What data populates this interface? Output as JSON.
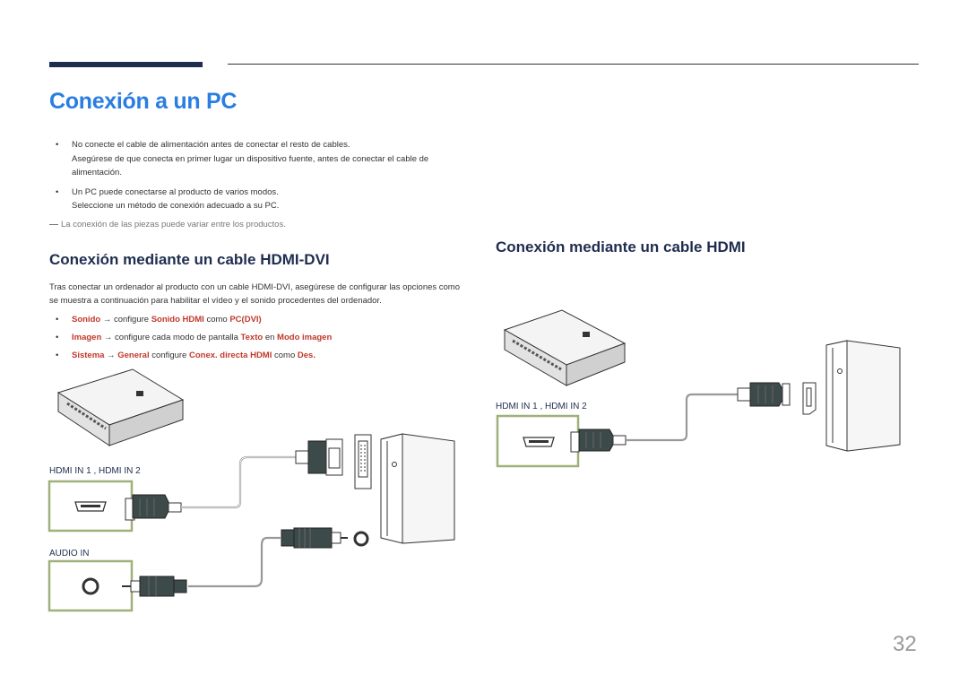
{
  "page": {
    "title": "Conexión a un PC",
    "page_number": "32"
  },
  "bullets": [
    {
      "text": "No conecte el cable de alimentación antes de conectar el resto de cables.",
      "sub": "Asegúrese de que conecta en primer lugar un dispositivo fuente, antes de conectar el cable de alimentación."
    },
    {
      "text": "Un PC puede conectarse al producto de varios modos.",
      "sub": "Seleccione un método de conexión adecuado a su PC."
    }
  ],
  "note": "La conexión de las piezas puede variar entre los productos.",
  "section_hdmi_dvi": {
    "title": "Conexión mediante un cable HDMI-DVI",
    "intro": "Tras conectar un ordenador al producto con un cable HDMI-DVI, asegúrese de configurar las opciones como se muestra a continuación para habilitar el vídeo y el sonido procedentes del ordenador.",
    "menu": [
      {
        "a": "Sonido",
        "arrow": "→",
        "b": " configure ",
        "c": "Sonido HDMI",
        "d": " como ",
        "e": "PC(DVI)"
      },
      {
        "a": "Imagen",
        "arrow": "→",
        "b": " configure cada modo de pantalla ",
        "c": "Texto",
        "d": " en ",
        "e": "Modo imagen"
      },
      {
        "a": "Sistema",
        "arrow": "→",
        "b": " ",
        "c": "General",
        "d": " configure ",
        "e": "Conex. directa HDMI",
        "f": " como ",
        "g": "Des."
      }
    ],
    "port_hdmi": "HDMI IN 1 , HDMI IN 2",
    "port_audio": "AUDIO IN"
  },
  "section_hdmi": {
    "title": "Conexión mediante un cable HDMI",
    "port_hdmi": "HDMI IN 1 , HDMI IN 2"
  },
  "colors": {
    "title_blue": "#2a7de1",
    "navy": "#1f2d4f",
    "menu_red": "#c0392b",
    "port_frame": "#9fb07a"
  }
}
